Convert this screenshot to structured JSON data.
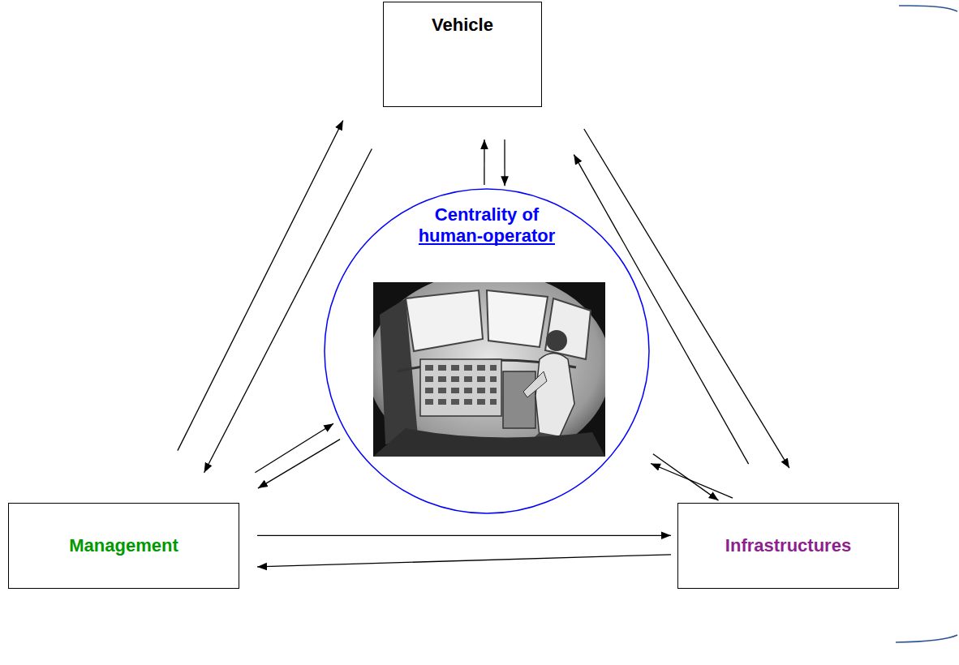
{
  "diagram": {
    "nodes": [
      {
        "text": [
          "Vehicle"
        ]
      },
      {
        "text": [
          "Centrality of human-operator"
        ]
      },
      {
        "text": [
          "Management"
        ]
      },
      {
        "text": [
          "Infrastructures"
        ]
      }
    ],
    "edges": [
      {
        "from": 0,
        "to": 1,
        "arrow": "to"
      },
      {
        "from": 1,
        "to": 0,
        "arrow": "to"
      },
      {
        "from": 2,
        "to": 0,
        "arrow": "to"
      },
      {
        "from": 0,
        "to": 2,
        "arrow": "to"
      },
      {
        "from": 0,
        "to": 3,
        "arrow": "to"
      },
      {
        "from": 3,
        "to": 0,
        "arrow": "to"
      },
      {
        "from": 2,
        "to": 1,
        "arrow": "to"
      },
      {
        "from": 1,
        "to": 2,
        "arrow": "to"
      },
      {
        "from": 3,
        "to": 1,
        "arrow": "to"
      },
      {
        "from": 1,
        "to": 3,
        "arrow": "to"
      },
      {
        "from": 2,
        "to": 3,
        "arrow": "to"
      },
      {
        "from": 3,
        "to": 2,
        "arrow": "to"
      }
    ]
  }
}
